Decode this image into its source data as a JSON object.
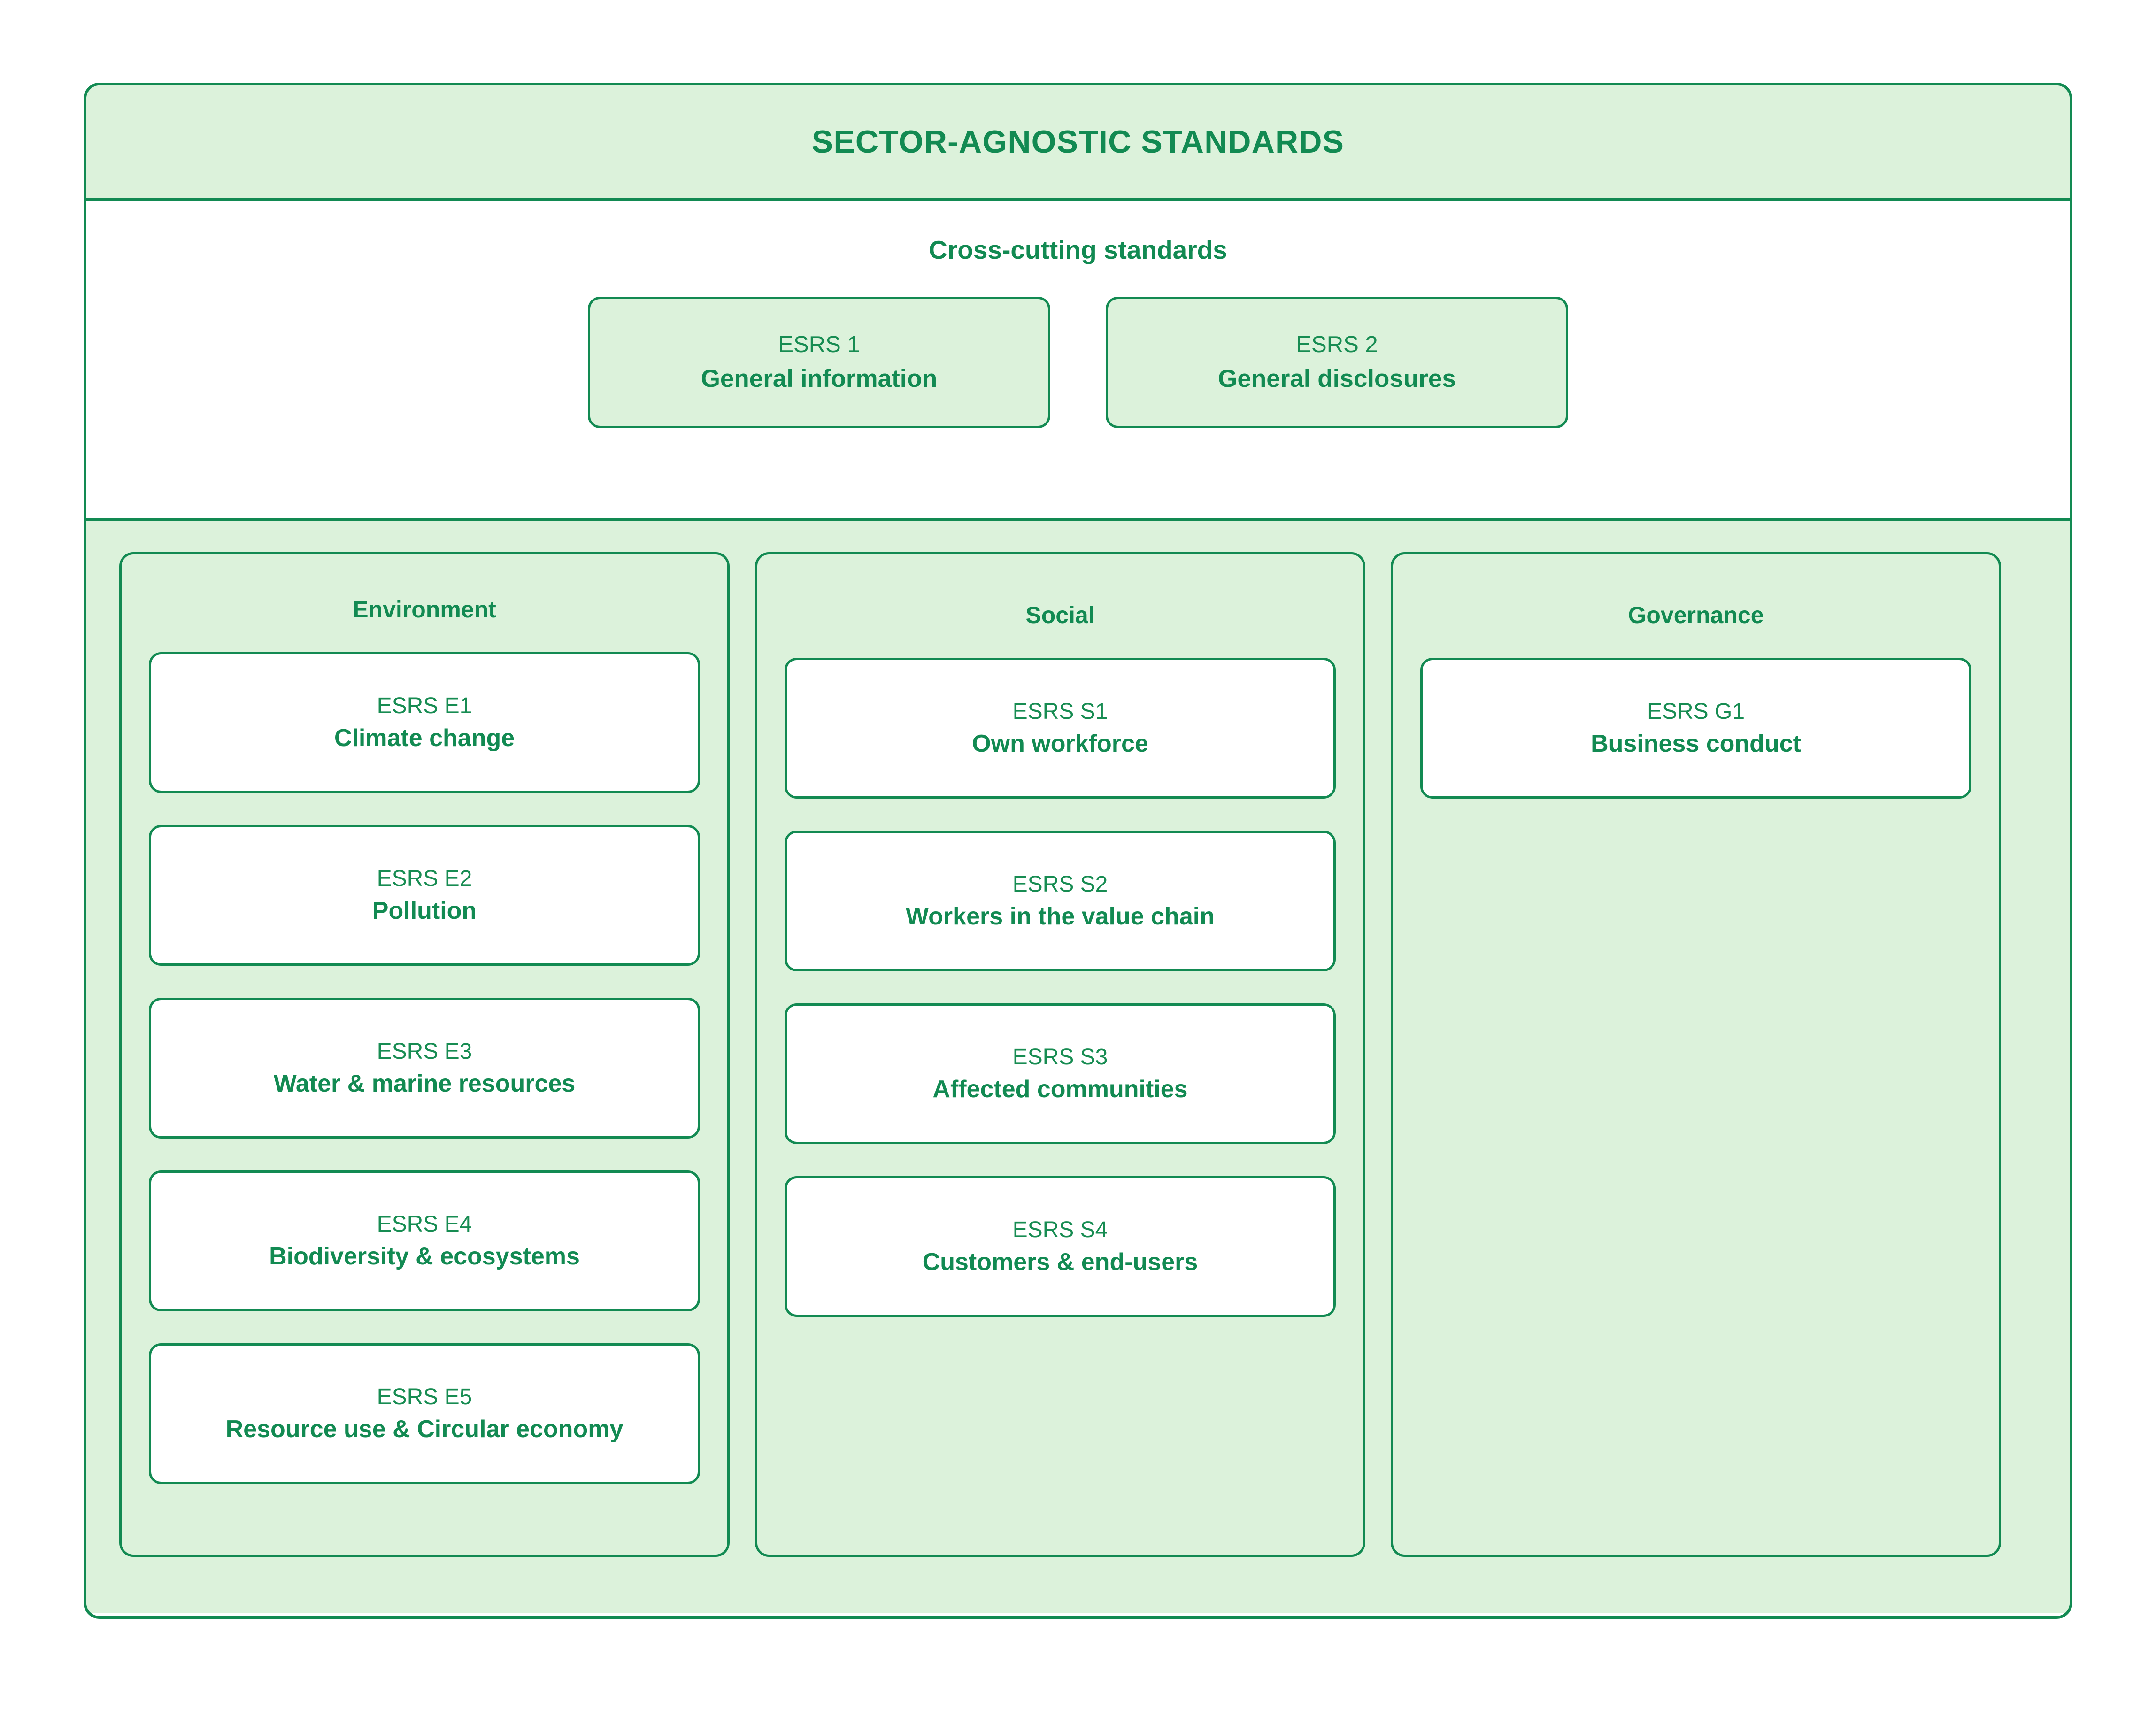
{
  "banner": {
    "title": "SECTOR-AGNOSTIC STANDARDS"
  },
  "cross_cutting": {
    "heading": "Cross-cutting standards",
    "standards": [
      {
        "code": "ESRS 1",
        "name": "General information"
      },
      {
        "code": "ESRS 2",
        "name": "General disclosures"
      }
    ]
  },
  "pillars": [
    {
      "title": "Environment",
      "standards": [
        {
          "code": "ESRS E1",
          "name": "Climate change"
        },
        {
          "code": "ESRS E2",
          "name": "Pollution"
        },
        {
          "code": "ESRS E3",
          "name": "Water & marine resources"
        },
        {
          "code": "ESRS E4",
          "name": "Biodiversity & ecosystems"
        },
        {
          "code": "ESRS E5",
          "name": "Resource use & Circular economy"
        }
      ]
    },
    {
      "title": "Social",
      "standards": [
        {
          "code": "ESRS S1",
          "name": "Own workforce"
        },
        {
          "code": "ESRS S2",
          "name": "Workers in the value chain"
        },
        {
          "code": "ESRS S3",
          "name": "Affected communities"
        },
        {
          "code": "ESRS S4",
          "name": "Customers & end-users"
        }
      ]
    },
    {
      "title": "Governance",
      "standards": [
        {
          "code": "ESRS G1",
          "name": "Business conduct"
        }
      ]
    }
  ],
  "colors": {
    "border_green": "#128A52",
    "text_green": "#128A52",
    "code_green": "#178C52",
    "panel_green": "#DCF2DB",
    "card_white": "#FFFFFF"
  }
}
